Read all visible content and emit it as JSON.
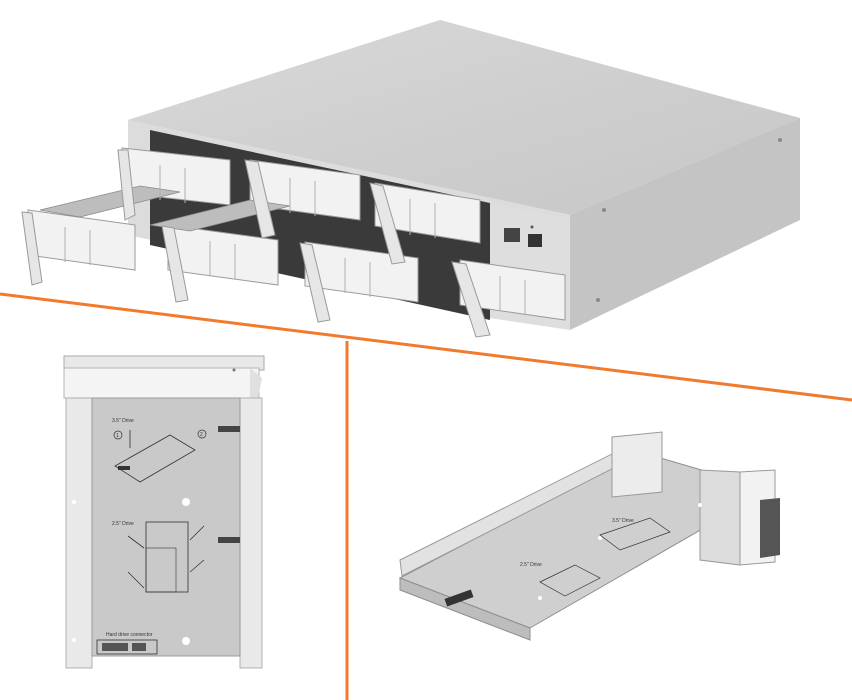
{
  "panels": {
    "top": {
      "subject": "2U server chassis with 8 hot-swap drive bays, RJ45 and SFP ports on front"
    },
    "bottom_left": {
      "subject": "drive tray top view",
      "labels": {
        "drive35": "3.5\" Drive",
        "drive25": "2.5\" Drive",
        "step1": "1",
        "step2": "2",
        "connector": "Hard drive connector"
      }
    },
    "bottom_right": {
      "subject": "drive tray angled view",
      "labels": {
        "drive35": "3.5\" Drive",
        "drive25": "2.5\" Drive"
      }
    }
  },
  "colors": {
    "divider": "#f07a2e",
    "metal": "#d4d4d4",
    "metal_dark": "#a9a9a9",
    "plastic": "#f2f2f2",
    "background": "#ffffff"
  }
}
